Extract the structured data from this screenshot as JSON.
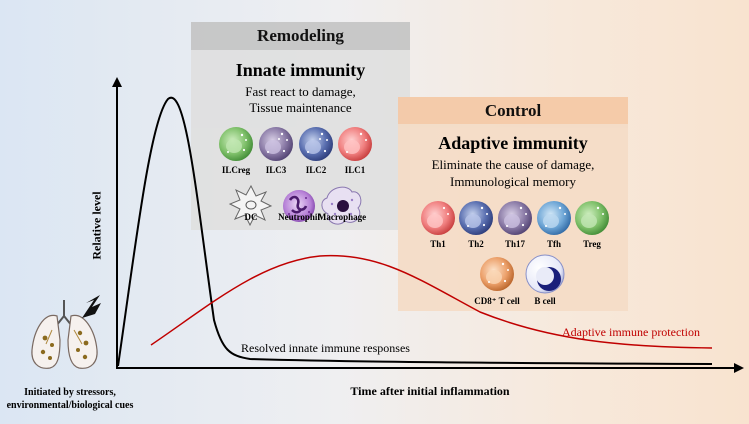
{
  "remodeling": {
    "header": "Remodeling",
    "title": "Innate immunity",
    "description_line1": "Fast react to damage,",
    "description_line2": "Tissue maintenance",
    "cells_row1": [
      "ILCreg",
      "ILC3",
      "ILC2",
      "ILC1"
    ],
    "cells_row2": [
      "DC",
      "Neutrophil",
      "Macrophage"
    ]
  },
  "control": {
    "header": "Control",
    "title": "Adaptive immunity",
    "description_line1": "Eliminate the cause of damage,",
    "description_line2": "Immunological memory",
    "cells_row1": [
      "Th1",
      "Th2",
      "Th17",
      "Tfh",
      "Treg"
    ],
    "cells_row2": [
      "CD8⁺ T cell",
      "B cell"
    ]
  },
  "axes": {
    "y_label": "Relative level",
    "x_label": "Time after initial inflammation",
    "origin_label_line1": "Initiated by stressors,",
    "origin_label_line2": "environmental/biological cues"
  },
  "curve_labels": {
    "innate": "Resolved innate immune responses",
    "adaptive": "Adaptive immune protection"
  },
  "colors": {
    "remodeling_header": "#c5c5c5",
    "remodeling_body": "#e0e0e0",
    "control_header": "#f5c9a6",
    "control_body": "#f4dcc6",
    "innate_curve": "#000000",
    "adaptive_curve": "#c00000",
    "adaptive_label": "#c00000"
  },
  "icons": [
    "lungs-icon",
    "lightning-bolt-icon",
    "immune-cell-icon"
  ]
}
